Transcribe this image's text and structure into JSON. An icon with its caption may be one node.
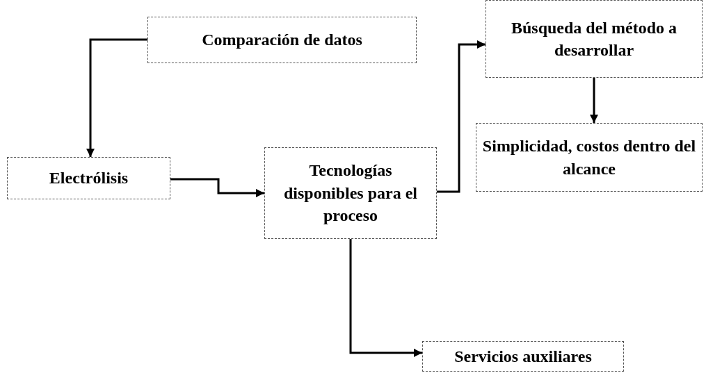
{
  "diagram": {
    "nodes": [
      {
        "text": [
          "Comparación de datos"
        ]
      },
      {
        "text": [
          "Electrólisis"
        ]
      },
      {
        "text": [
          "Tecnologías disponibles para el proceso"
        ]
      },
      {
        "text": [
          "Búsqueda del método a desarrollar"
        ]
      },
      {
        "text": [
          "Simplicidad, costos dentro del alcance"
        ]
      },
      {
        "text": [
          "Servicios auxiliares"
        ]
      }
    ],
    "edges": [
      {
        "from": 0,
        "to": 1,
        "arrow": "to"
      },
      {
        "from": 1,
        "to": 2,
        "arrow": "to"
      },
      {
        "from": 2,
        "to": 3,
        "arrow": "to"
      },
      {
        "from": 3,
        "to": 4,
        "arrow": "to"
      },
      {
        "from": 2,
        "to": 5,
        "arrow": "to"
      }
    ]
  }
}
